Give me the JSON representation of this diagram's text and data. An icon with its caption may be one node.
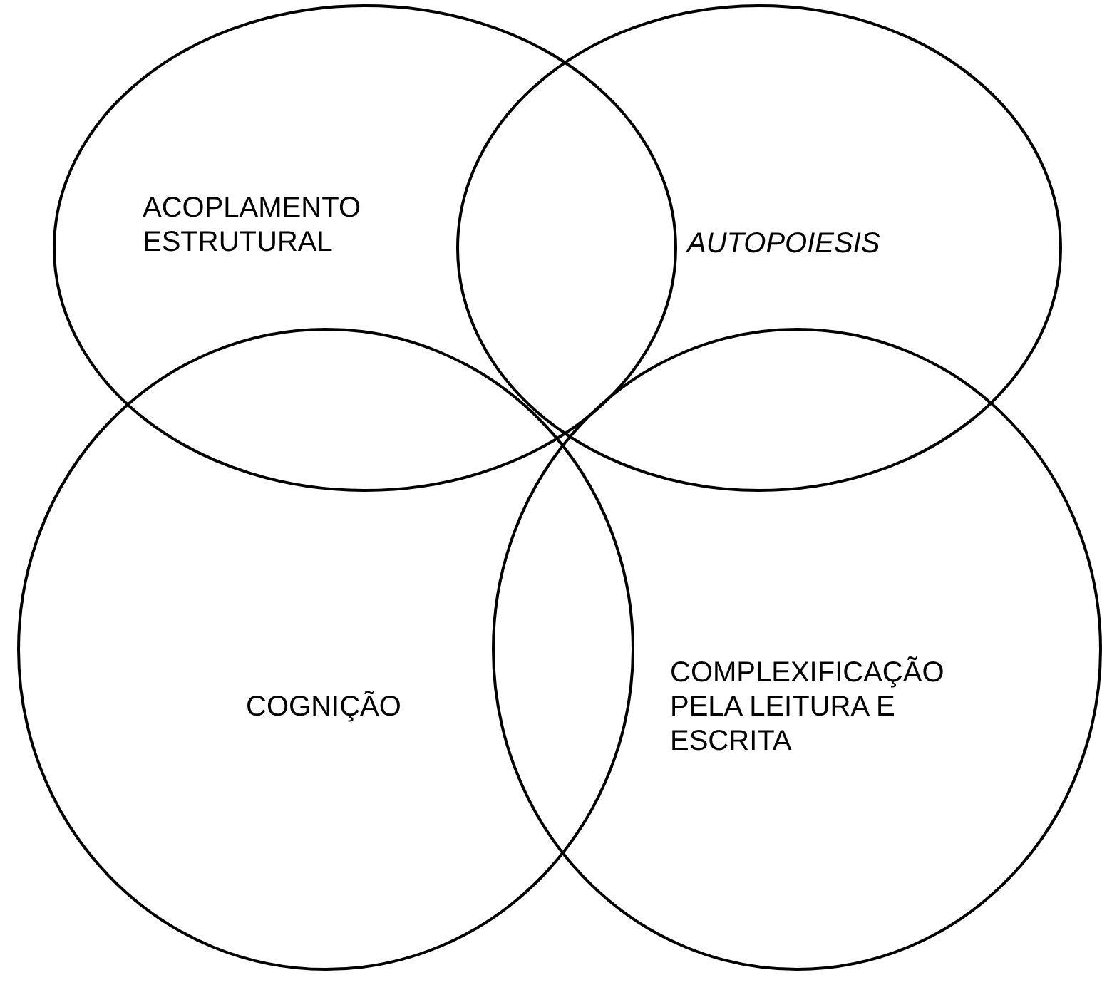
{
  "diagram": {
    "nodes": [
      {
        "text": [
          "ACOPLAMENTO ESTRUTURAL"
        ]
      },
      {
        "text": [
          "AUTOPOIESIS"
        ]
      },
      {
        "text": [
          "COGNIÇÃO"
        ]
      },
      {
        "text": [
          "COMPLEXIFICAÇÃO PELA LEITURA E ESCRITA"
        ]
      }
    ]
  }
}
